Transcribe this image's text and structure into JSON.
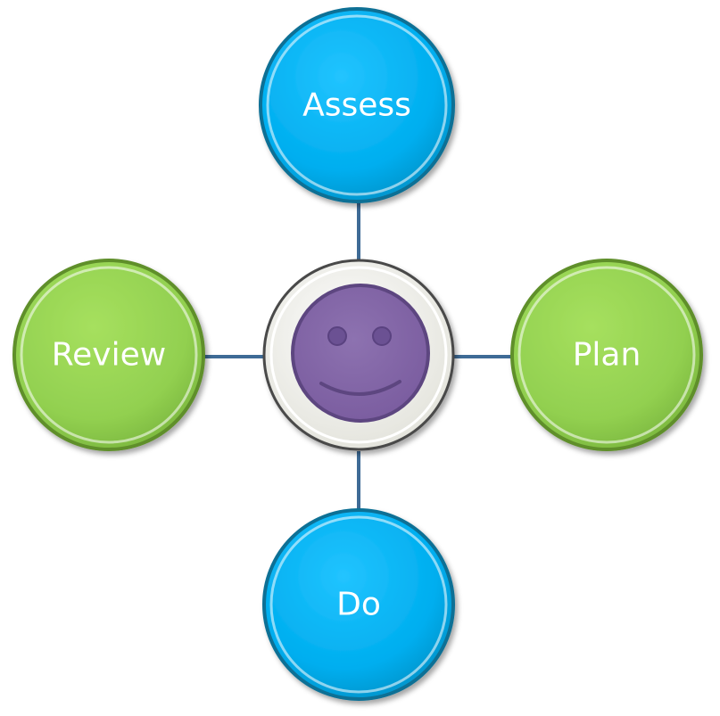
{
  "diagram": {
    "nodes": {
      "top": {
        "label": "Assess"
      },
      "right": {
        "label": "Plan"
      },
      "bottom": {
        "label": "Do"
      },
      "left": {
        "label": "Review"
      }
    },
    "center": {
      "icon": "smiley-face-icon"
    }
  },
  "colors": {
    "blue": "#00aeef",
    "blue_dark": "#0a6f95",
    "green": "#92d050",
    "green_dark": "#5f8f2a",
    "connector": "#3e6b96",
    "center_ring": "#eeeeea",
    "face": "#8064a2",
    "face_dark": "#5d4680"
  }
}
